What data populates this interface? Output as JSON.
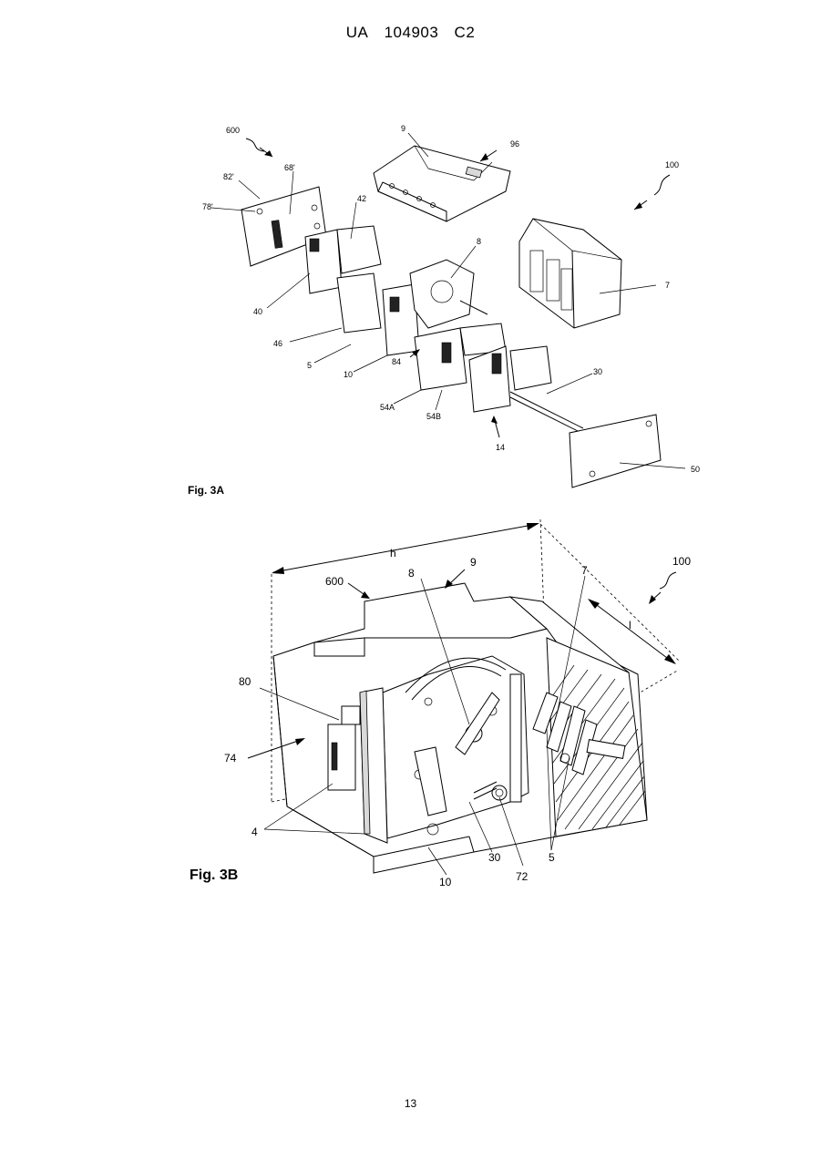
{
  "header": {
    "country": "UA",
    "number": "104903",
    "kind": "C2"
  },
  "figures": [
    {
      "label": "Fig. 3A",
      "refs": [
        "600",
        "9",
        "96",
        "100",
        "82'",
        "68'",
        "78'",
        "42",
        "8",
        "7",
        "40",
        "46",
        "5",
        "10",
        "84",
        "54A",
        "54B",
        "30",
        "14",
        "50"
      ]
    },
    {
      "label": "Fig. 3B",
      "refs": [
        "h",
        "600",
        "8",
        "9",
        "7",
        "100",
        "l",
        "80",
        "74",
        "4",
        "10",
        "30",
        "72",
        "5"
      ]
    }
  ],
  "page_number": "13"
}
